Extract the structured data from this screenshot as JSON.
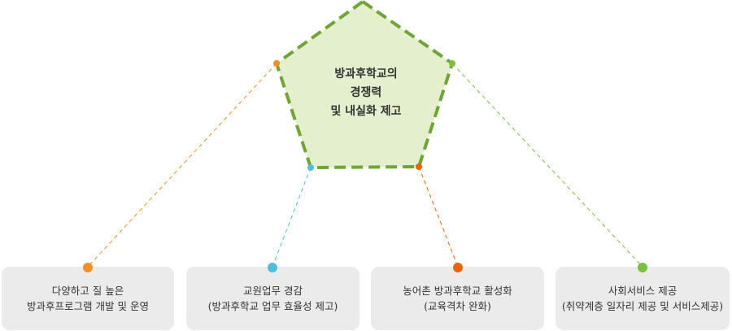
{
  "center": {
    "line1": "방과후학교의",
    "line2": "경쟁력",
    "line3": "및 내실화 제고"
  },
  "boxes": [
    {
      "line1": "다양하고 질 높은",
      "line2": "방과후프로그램 개발 및 운영",
      "color": "#f28f2a"
    },
    {
      "line1": "교원업무 경감",
      "line2": "(방과후학교 업무 효율성 제고)",
      "color": "#4ec1d9"
    },
    {
      "line1": "농어촌 방과후학교 활성화",
      "line2": "(교육격차 완화)",
      "color": "#e8640c"
    },
    {
      "line1": "사회서비스 제공",
      "line2": "(취약계층 일자리 제공 및 서비스제공)",
      "color": "#7ac143"
    }
  ],
  "colors": {
    "pentagon_fill": "#e3efcd",
    "pentagon_stroke": "#6fa534",
    "box_background": "#ebebeb"
  }
}
